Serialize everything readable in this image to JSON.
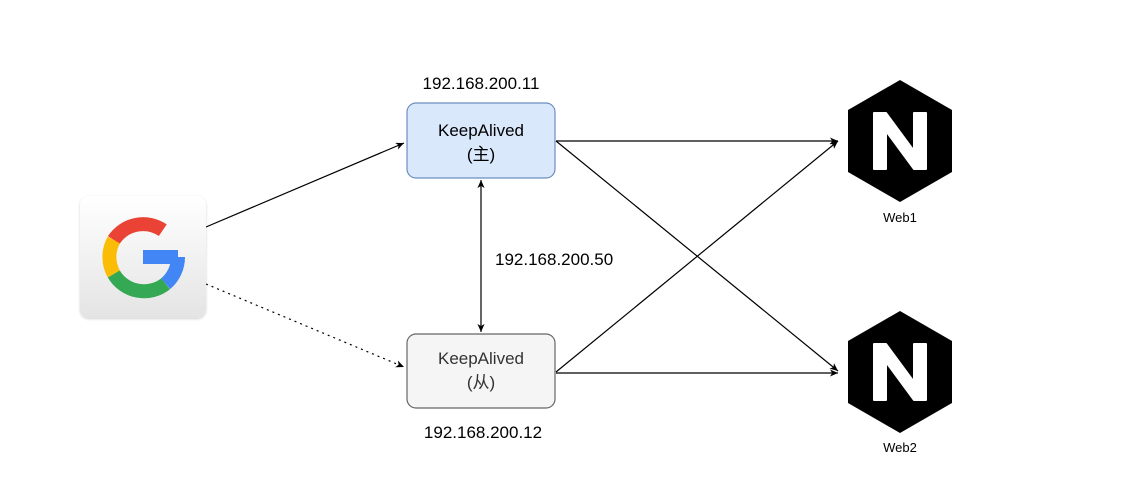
{
  "client": {
    "icon": "google-g-logo-icon",
    "colors": {
      "red": "#EA4335",
      "yellow": "#FBBC05",
      "green": "#34A853",
      "blue": "#4285F4"
    }
  },
  "master": {
    "ip": "192.168.200.11",
    "line1": "KeepAlived",
    "line2": "(主)",
    "fill": "#dae8fc",
    "stroke": "#6c8ebf"
  },
  "backup": {
    "ip": "192.168.200.12",
    "line1": "KeepAlived",
    "line2": "(从)",
    "fill": "#f5f5f5",
    "stroke": "#666666",
    "text_color": "#333333"
  },
  "vip": {
    "ip": "192.168.200.50"
  },
  "servers": [
    {
      "name": "Web1",
      "icon": "nginx-icon"
    },
    {
      "name": "Web2",
      "icon": "nginx-icon"
    }
  ]
}
